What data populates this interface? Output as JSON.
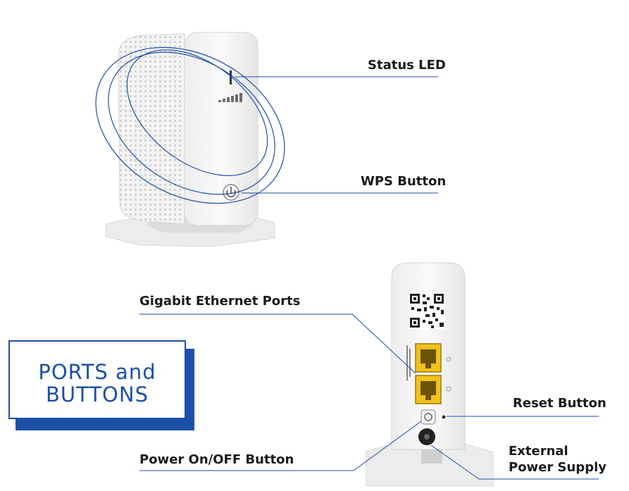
{
  "title": {
    "line1": "PORTS and",
    "line2": "BUTTONS"
  },
  "labels": {
    "status_led": "Status LED",
    "wps_button": "WPS Button",
    "gigabit_ports": "Gigabit Ethernet Ports",
    "reset_button": "Reset Button",
    "power_button": "Power On/OFF Button",
    "external_power": "External Power Supply"
  },
  "colors": {
    "accent": "#1e4fa8",
    "ethernet_port": "#f2c21b"
  }
}
